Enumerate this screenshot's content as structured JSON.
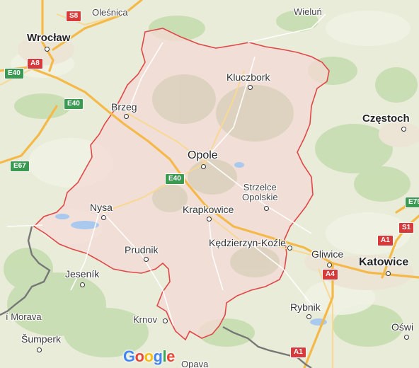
{
  "colors": {
    "region_fill": "#f4d9d6",
    "region_border": "#e04848",
    "motorway": "#f5b94a",
    "border_gray": "#666666",
    "forest": "#bcd7a6",
    "water": "#a9c9ef"
  },
  "places": {
    "olesnica": "Oleśnica",
    "wielun": "Wieluń",
    "wroclaw": "Wrocław",
    "kluczbork": "Kluczbork",
    "brzeg": "Brzeg",
    "czestochowa": "Częstoch",
    "opole": "Opole",
    "strzelce": "Strzelce\nOpolskie",
    "nysa": "Nysa",
    "krapkowice": "Krapkowice",
    "kedzierzyn": "Kędzierzyn-Koźle",
    "prudnik": "Prudnik",
    "gliwice": "Gliwice",
    "katowice": "Katowice",
    "jesenik": "Jeseník",
    "morava": "í Morava",
    "rybnik": "Rybnik",
    "krnov": "Krnov",
    "sumperk": "Šumperk",
    "oswi": "Oświ",
    "opava": "Opava"
  },
  "roads": {
    "s8": "S8",
    "a8": "A8",
    "e40_left": "E40",
    "e40_mid": "E40",
    "e40_center": "E40",
    "e67": "E67",
    "e75": "E75",
    "s1": "S1",
    "a1_top": "A1",
    "a4": "A4",
    "a1_bottom": "A1"
  },
  "google_logo": {
    "letters": [
      "G",
      "o",
      "o",
      "g",
      "l",
      "e"
    ],
    "colors": [
      "#4285F4",
      "#EA4335",
      "#FBBC05",
      "#4285F4",
      "#34A853",
      "#EA4335"
    ]
  }
}
